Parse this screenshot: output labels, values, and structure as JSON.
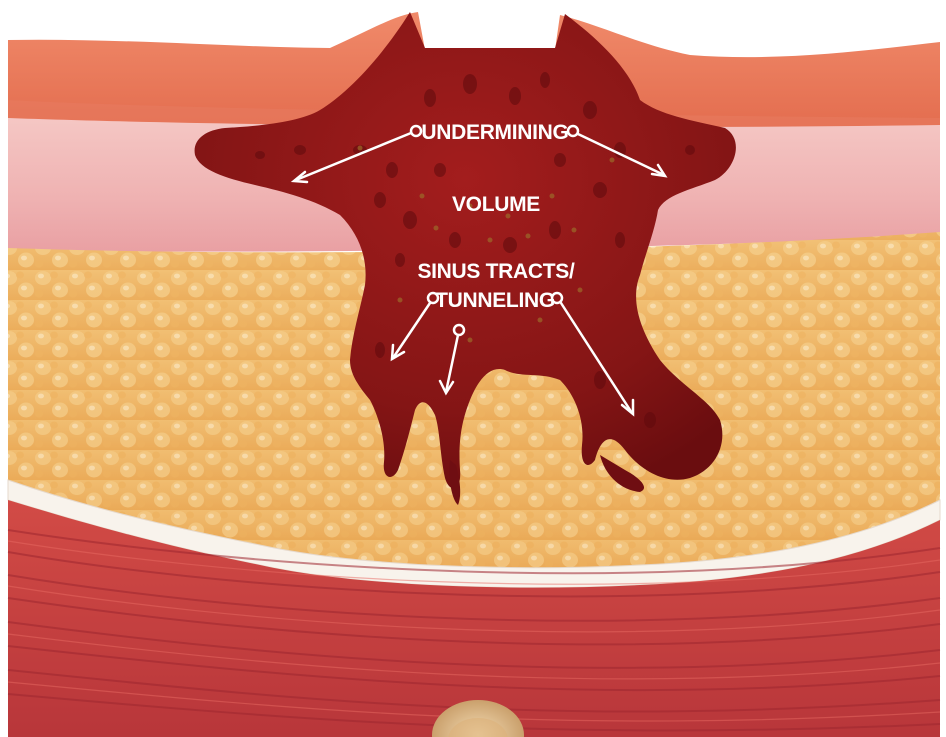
{
  "labels": {
    "undermining": "UNDERMINING",
    "volume": "VOLUME",
    "sinus_line1": "SINUS TRACTS/",
    "sinus_line2": "TUNNELING"
  },
  "colors": {
    "epidermis": "#e8785a",
    "dermis": "#f2b9b9",
    "fat": "#f0b865",
    "fascia": "#f7f3ee",
    "muscle": "#c9423f",
    "wound": "#8a1414",
    "bone": "#e8c79a"
  }
}
